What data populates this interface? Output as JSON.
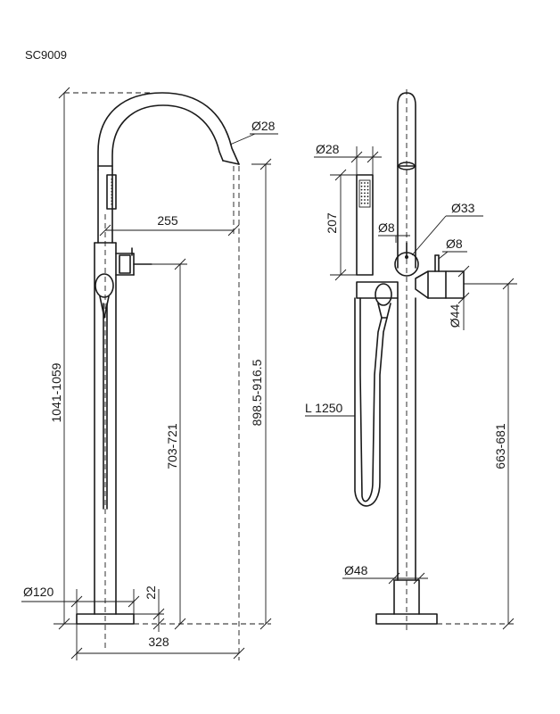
{
  "model_code": "SC9009",
  "left_view": {
    "overall_height": "1041-1059",
    "spout_diameter": "Ø28",
    "spout_reach": "255",
    "spout_outlet_height": "898.5-916.5",
    "lever_height": "703-721",
    "base_diameter": "Ø120",
    "base_thickness": "22",
    "base_to_outlet": "328"
  },
  "right_view": {
    "handshower_diameter": "Ø28",
    "handshower_length": "207",
    "lever_diameter_small": "Ø8",
    "body_diameter": "Ø33",
    "lever_pin_diameter": "Ø8",
    "handle_diameter": "Ø44",
    "hose_length": "L 1250",
    "handle_height": "663-681",
    "column_diameter": "Ø48"
  }
}
